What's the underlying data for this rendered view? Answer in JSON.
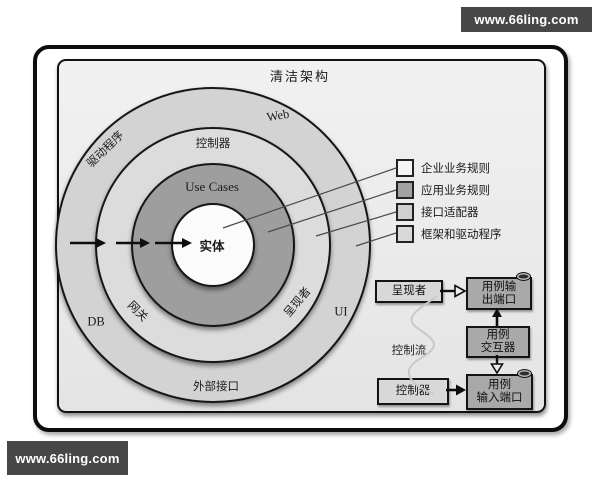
{
  "watermarks": {
    "top": "www.66ling.com",
    "bottom": "www.66ling.com"
  },
  "title": "清洁架构",
  "rings": {
    "drivers": "驱动程序",
    "web": "Web",
    "controller": "控制器",
    "use_cases": "Use Cases",
    "entity": "实体",
    "gateway": "网关",
    "presenter": "呈现者",
    "db": "DB",
    "ui": "UI",
    "external_interfaces": "外部接口"
  },
  "ring_colors": {
    "outer": "#d3d3d3",
    "adapters": "#dcdcdc",
    "use_cases": "#9e9e9e",
    "entities": "#fbfbfb"
  },
  "legend": {
    "items": [
      {
        "label": "企业业务规则",
        "color": "#f6f6f6"
      },
      {
        "label": "应用业务规则",
        "color": "#a2a2a2"
      },
      {
        "label": "接口适配器",
        "color": "#cfcfcf"
      },
      {
        "label": "框架和驱动程序",
        "color": "#d9d9d9"
      }
    ]
  },
  "flow": {
    "presenter": "呈现者",
    "controller": "控制器",
    "output_port_line1": "用例输",
    "output_port_line2": "出端口",
    "interactor_line1": "用例",
    "interactor_line2": "交互器",
    "input_port_line1": "用例",
    "input_port_line2": "输入端口",
    "control_flow_label": "控制流"
  }
}
